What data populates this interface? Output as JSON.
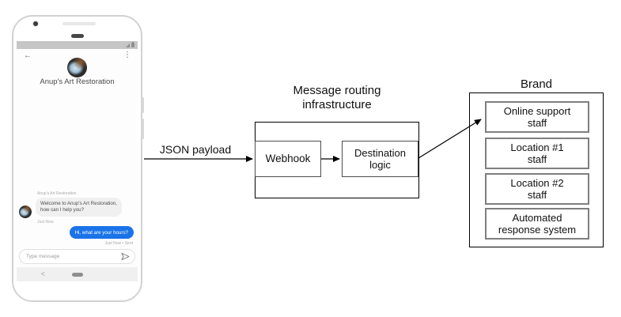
{
  "diagram": {
    "json_payload_label": "JSON payload",
    "routing": {
      "title": "Message routing\ninfrastructure",
      "webhook_label": "Webhook",
      "destination_label": "Destination\nlogic"
    },
    "brand": {
      "title": "Brand",
      "items": [
        {
          "label": "Online support\nstaff"
        },
        {
          "label": "Location #1\nstaff"
        },
        {
          "label": "Location #2\nstaff"
        },
        {
          "label": "Automated\nresponse system"
        }
      ]
    }
  },
  "phone": {
    "header": {
      "title": "Anup's Art Restoration",
      "back_icon": "←",
      "menu_icon": "⋮"
    },
    "chat": {
      "sender_label": "Anup's Art Restoration",
      "incoming_message": "Welcome to Anup's Art Restoration,\nhow can I help you?",
      "incoming_timestamp": "Just Now",
      "outgoing_message": "Hi, what are your hours?",
      "outgoing_timestamp": "Just Now • Sent"
    },
    "composer": {
      "placeholder": "Type message"
    },
    "nav": {
      "back_icon": "<"
    }
  },
  "colors": {
    "outgoing_bubble": "#1a73e8",
    "incoming_bubble": "#f1f0f0",
    "status_bar": "#c6c6c6"
  }
}
